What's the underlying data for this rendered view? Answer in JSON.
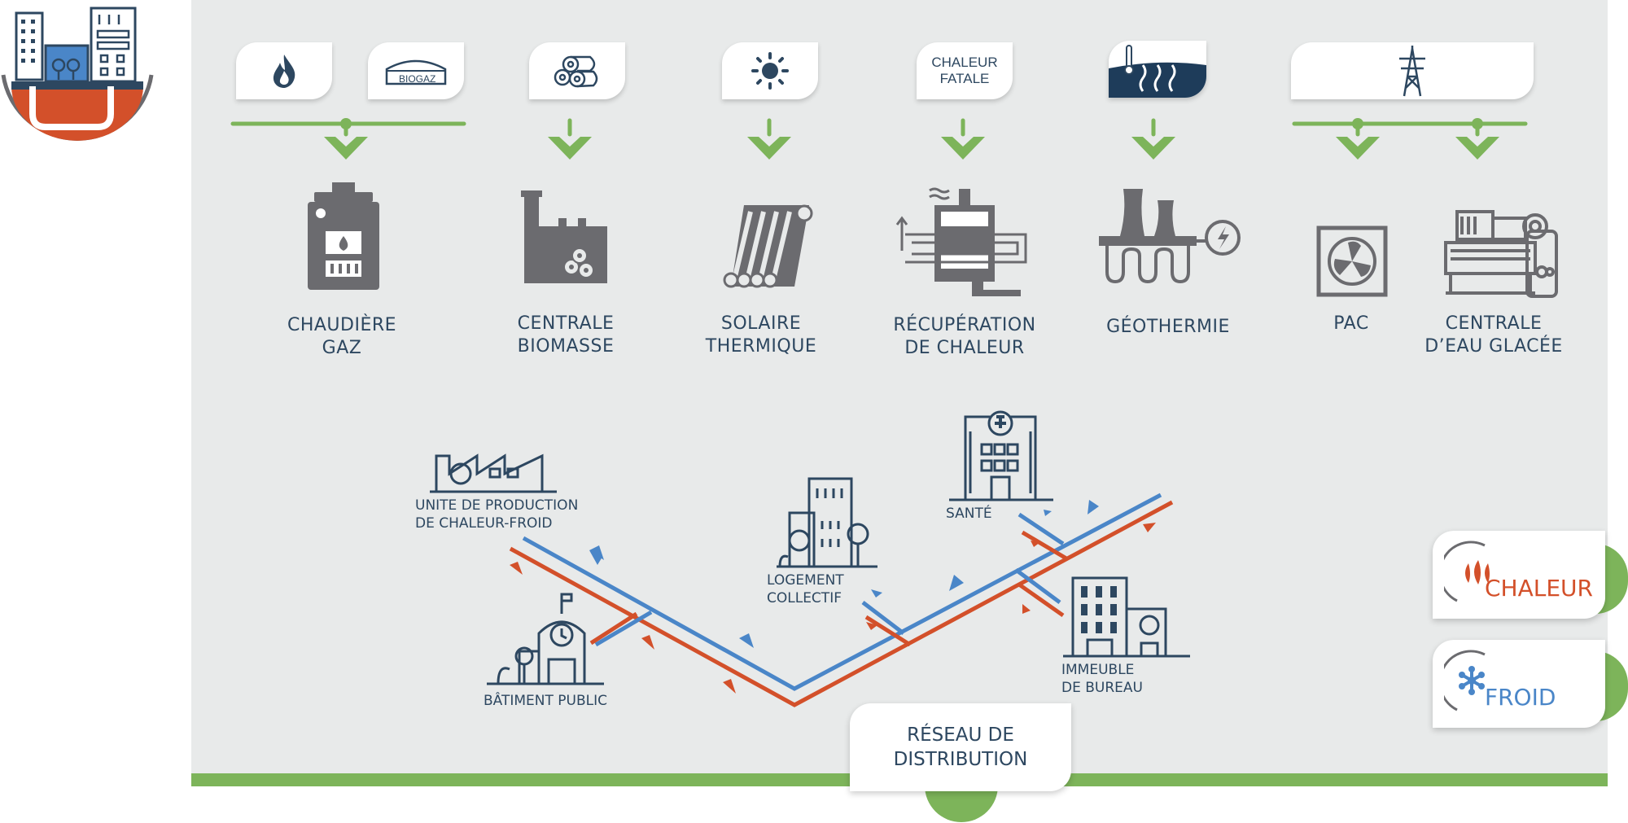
{
  "colors": {
    "background": "#e8eaea",
    "green": "#7db45a",
    "blue": "#4a86c8",
    "red": "#d3502a",
    "navy": "#2d4760",
    "gray": "#6b6b6f"
  },
  "sources": {
    "biogaz": "BIOGAZ",
    "chaleur_fatale": "CHALEUR\nFATALE"
  },
  "producers": [
    {
      "id": "chaudiere",
      "label": "CHAUDIÈRE\nGAZ"
    },
    {
      "id": "biomasse",
      "label": "CENTRALE\nBIOMASSE"
    },
    {
      "id": "solaire",
      "label": "SOLAIRE\nTHERMIQUE"
    },
    {
      "id": "recuperation",
      "label": "RÉCUPÉRATION\nDE CHALEUR"
    },
    {
      "id": "geothermie",
      "label": "GÉOTHERMIE"
    },
    {
      "id": "pac",
      "label": "PAC"
    },
    {
      "id": "eau-glacee",
      "label": "CENTRALE\nD’EAU GLACÉE"
    }
  ],
  "network": {
    "unite": "UNITE DE PRODUCTION\nDE CHALEUR-FROID",
    "batiment": "BÂTIMENT PUBLIC",
    "logement": "LOGEMENT\nCOLLECTIF",
    "sante": "SANTÉ",
    "immeuble": "IMMEUBLE\nDE BUREAU",
    "reseau": "RÉSEAU DE\nDISTRIBUTION"
  },
  "legend": {
    "chaleur": "CHALEUR",
    "froid": "FROID"
  }
}
